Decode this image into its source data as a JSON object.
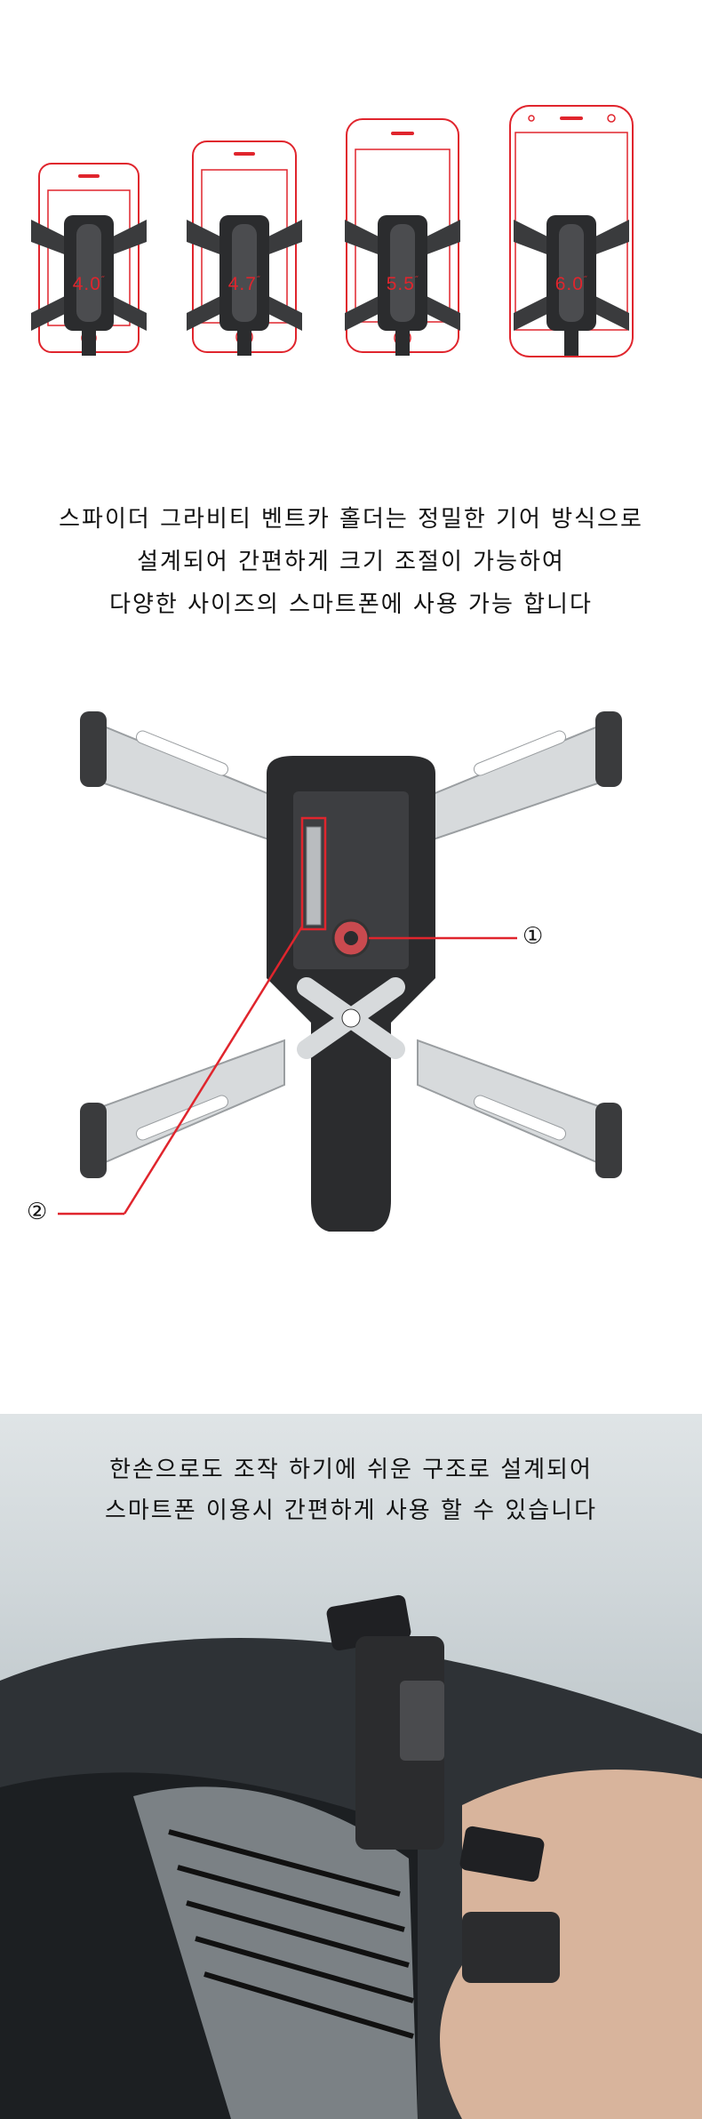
{
  "sizes": [
    {
      "label": "4.0",
      "unit": "˝"
    },
    {
      "label": "4.7",
      "unit": "˝"
    },
    {
      "label": "5.5",
      "unit": "˝"
    },
    {
      "label": "6.0",
      "unit": "˝"
    }
  ],
  "colors": {
    "accent": "#e0252d",
    "text": "#111111",
    "metal": "#c9ccce",
    "holder": "#2b2c2e"
  },
  "description": {
    "line1": "스파이더 그라비티 벤트카 홀더는 정밀한 기어 방식으로",
    "line2": "설계되어 간편하게 크기 조절이 가능하여",
    "line3": "다양한 사이즈의 스마트폰에 사용 가능 합니다"
  },
  "diagram": {
    "callout1": "①",
    "callout2": "②"
  },
  "photo": {
    "line1": "한손으로도 조작 하기에 쉬운 구조로 설계되어",
    "line2": "스마트폰 이용시 간편하게 사용 할 수 있습니다"
  }
}
